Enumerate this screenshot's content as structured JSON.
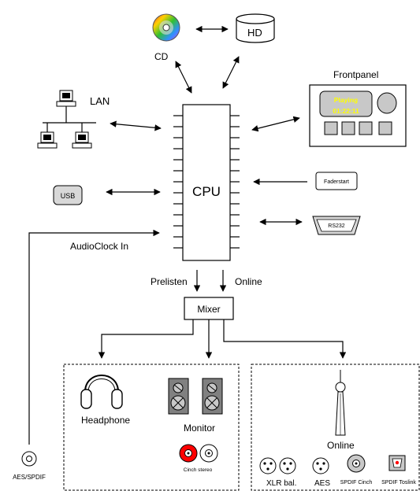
{
  "labels": {
    "cd": "CD",
    "hd": "HD",
    "lan": "LAN",
    "frontpanel": "Frontpanel",
    "display_line1": "Playing",
    "display_line2": "01:22:11",
    "cpu": "CPU",
    "usb": "USB",
    "faderstart": "Faderstart",
    "rs232": "RS232",
    "audioclock_in": "AudioClock In",
    "prelisten": "Prelisten",
    "online_top": "Online",
    "mixer": "Mixer",
    "headphone": "Headphone",
    "monitor": "Monitor",
    "cinch_stereo": "Cinch stereo",
    "online": "Online",
    "aes_spdif": "AES/SPDIF",
    "xlr_bal": "XLR bal.",
    "aes": "AES",
    "spdif_cinch": "SPDIF Cinch",
    "spdif_toslink": "SPDIF Toslink"
  },
  "colors": {
    "display_bg": "#c8c8c8",
    "display_text": "#ffff00",
    "cinch_red": "#ff0000",
    "speaker_body": "#808080",
    "cd_rainbow": [
      "#ff3333",
      "#ffcc00",
      "#33cc33",
      "#3399ff",
      "#cc33ff",
      "#ff3333"
    ]
  }
}
